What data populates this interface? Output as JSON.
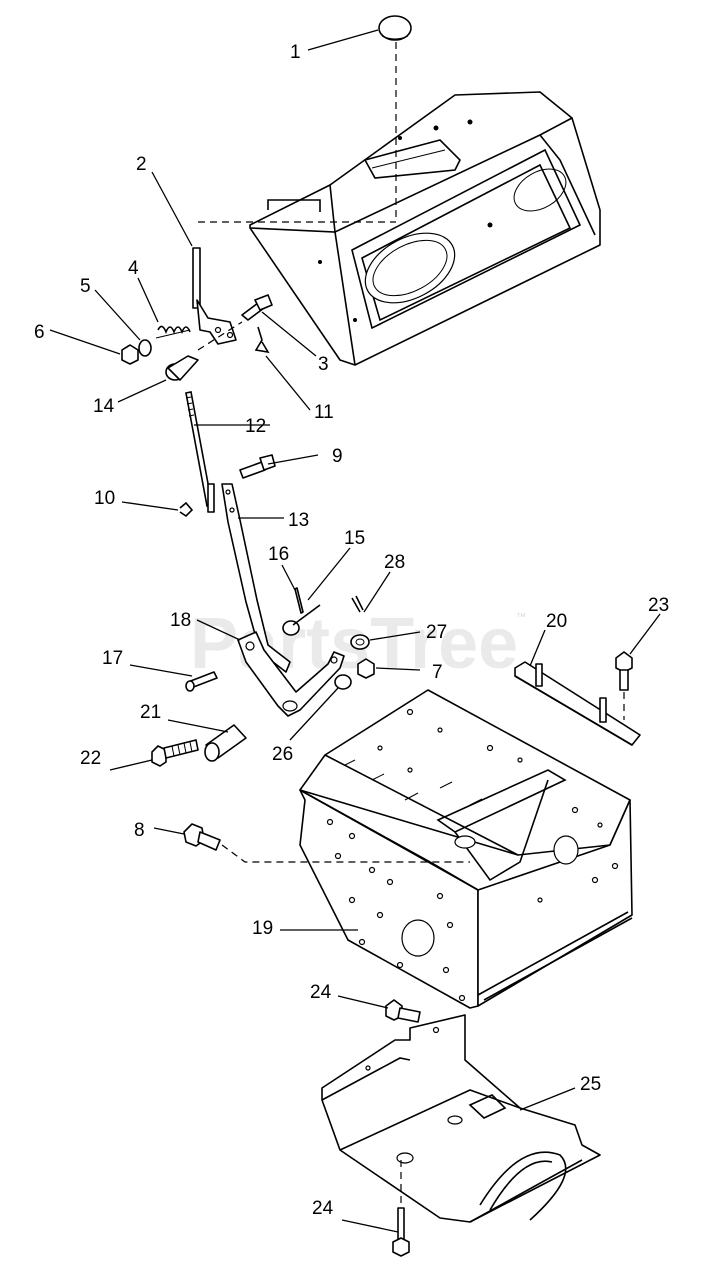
{
  "watermark": {
    "text": "PartsTree",
    "trademark": "™"
  },
  "callouts": [
    {
      "id": "1",
      "label": "1"
    },
    {
      "id": "2",
      "label": "2"
    },
    {
      "id": "3",
      "label": "3"
    },
    {
      "id": "4",
      "label": "4"
    },
    {
      "id": "5",
      "label": "5"
    },
    {
      "id": "6",
      "label": "6"
    },
    {
      "id": "7",
      "label": "7"
    },
    {
      "id": "8",
      "label": "8"
    },
    {
      "id": "9",
      "label": "9"
    },
    {
      "id": "10",
      "label": "10"
    },
    {
      "id": "11",
      "label": "11"
    },
    {
      "id": "12",
      "label": "12"
    },
    {
      "id": "13",
      "label": "13"
    },
    {
      "id": "14",
      "label": "14"
    },
    {
      "id": "15",
      "label": "15"
    },
    {
      "id": "16",
      "label": "16"
    },
    {
      "id": "17",
      "label": "17"
    },
    {
      "id": "18",
      "label": "18"
    },
    {
      "id": "19",
      "label": "19"
    },
    {
      "id": "20",
      "label": "20"
    },
    {
      "id": "21",
      "label": "21"
    },
    {
      "id": "22",
      "label": "22"
    },
    {
      "id": "23",
      "label": "23"
    },
    {
      "id": "24a",
      "label": "24"
    },
    {
      "id": "24b",
      "label": "24"
    },
    {
      "id": "25",
      "label": "25"
    },
    {
      "id": "26",
      "label": "26"
    },
    {
      "id": "27",
      "label": "27"
    },
    {
      "id": "28",
      "label": "28"
    }
  ]
}
